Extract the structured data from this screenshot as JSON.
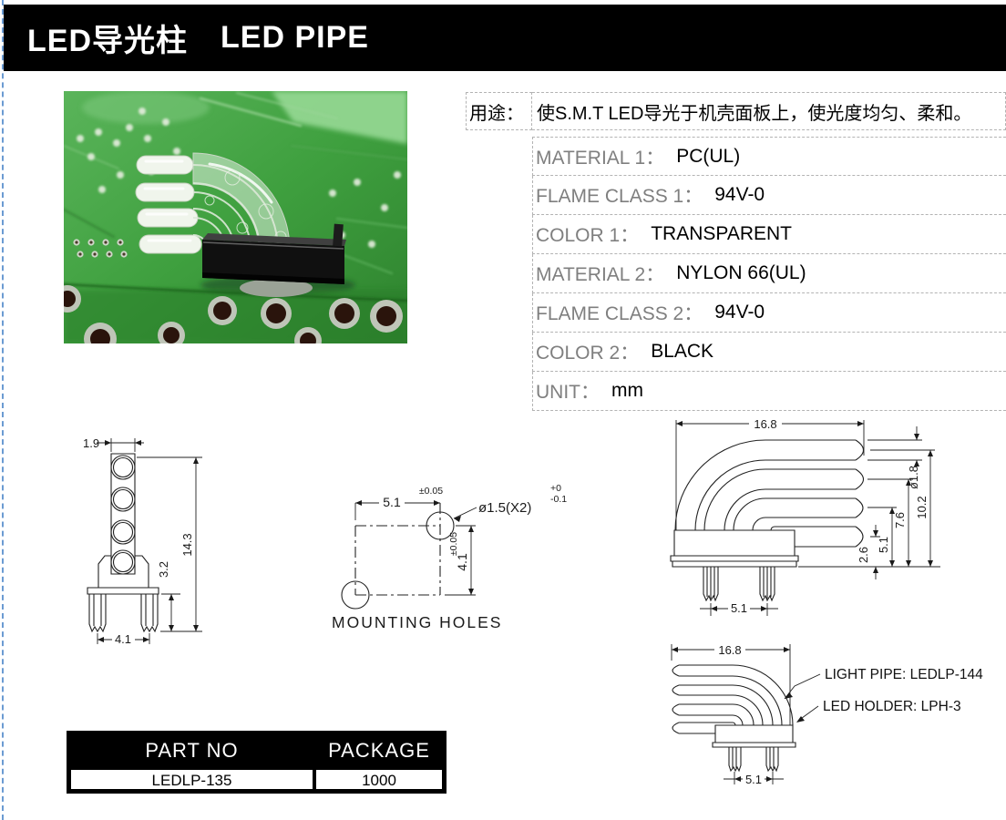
{
  "header": {
    "title_cn": "LED导光柱",
    "title_en": "LED PIPE"
  },
  "usage": {
    "label": "用途：",
    "text": "使S.M.T LED导光于机壳面板上，使光度均匀、柔和。"
  },
  "specs": [
    {
      "label": "MATERIAL 1：",
      "value": "PC(UL)"
    },
    {
      "label": "FLAME CLASS 1：",
      "value": "94V-0"
    },
    {
      "label": "COLOR 1：",
      "value": "TRANSPARENT"
    },
    {
      "label": "MATERIAL 2：",
      "value": "NYLON 66(UL)"
    },
    {
      "label": "FLAME CLASS 2：",
      "value": "94V-0"
    },
    {
      "label": "COLOR 2：",
      "value": "BLACK"
    },
    {
      "label": "UNIT：",
      "value": "mm"
    }
  ],
  "drawings": {
    "unit": "mm",
    "front_view": {
      "top_width": "1.9",
      "total_height": "14.3",
      "holder_height": "3.2",
      "leg_pitch": "4.1"
    },
    "mounting_holes": {
      "title": "MOUNTING  HOLES",
      "pitch_h": "5.1",
      "pitch_h_tol": "±0.05",
      "pitch_v": "4.1",
      "pitch_v_tol": "±0.05",
      "hole_dia": "ø1.5(X2)",
      "hole_tol_plus": "+0",
      "hole_tol_minus": "-0.1"
    },
    "side_view": {
      "length": "16.8",
      "pipe_dia": "ø1.8",
      "height_total": "10.2",
      "height_pipe2": "7.6",
      "height_pipe3": "5.1",
      "height_pipe4": "2.6",
      "leg_pitch": "5.1"
    },
    "assembly_view": {
      "length": "16.8",
      "leg_pitch": "5.1",
      "light_pipe_label": "LIGHT PIPE: LEDLP-144",
      "led_holder_label": "LED HOLDER: LPH-3"
    }
  },
  "part_table": {
    "col_part": "PART NO",
    "col_package": "PACKAGE",
    "part_no": "LEDLP-135",
    "package": "1000"
  }
}
